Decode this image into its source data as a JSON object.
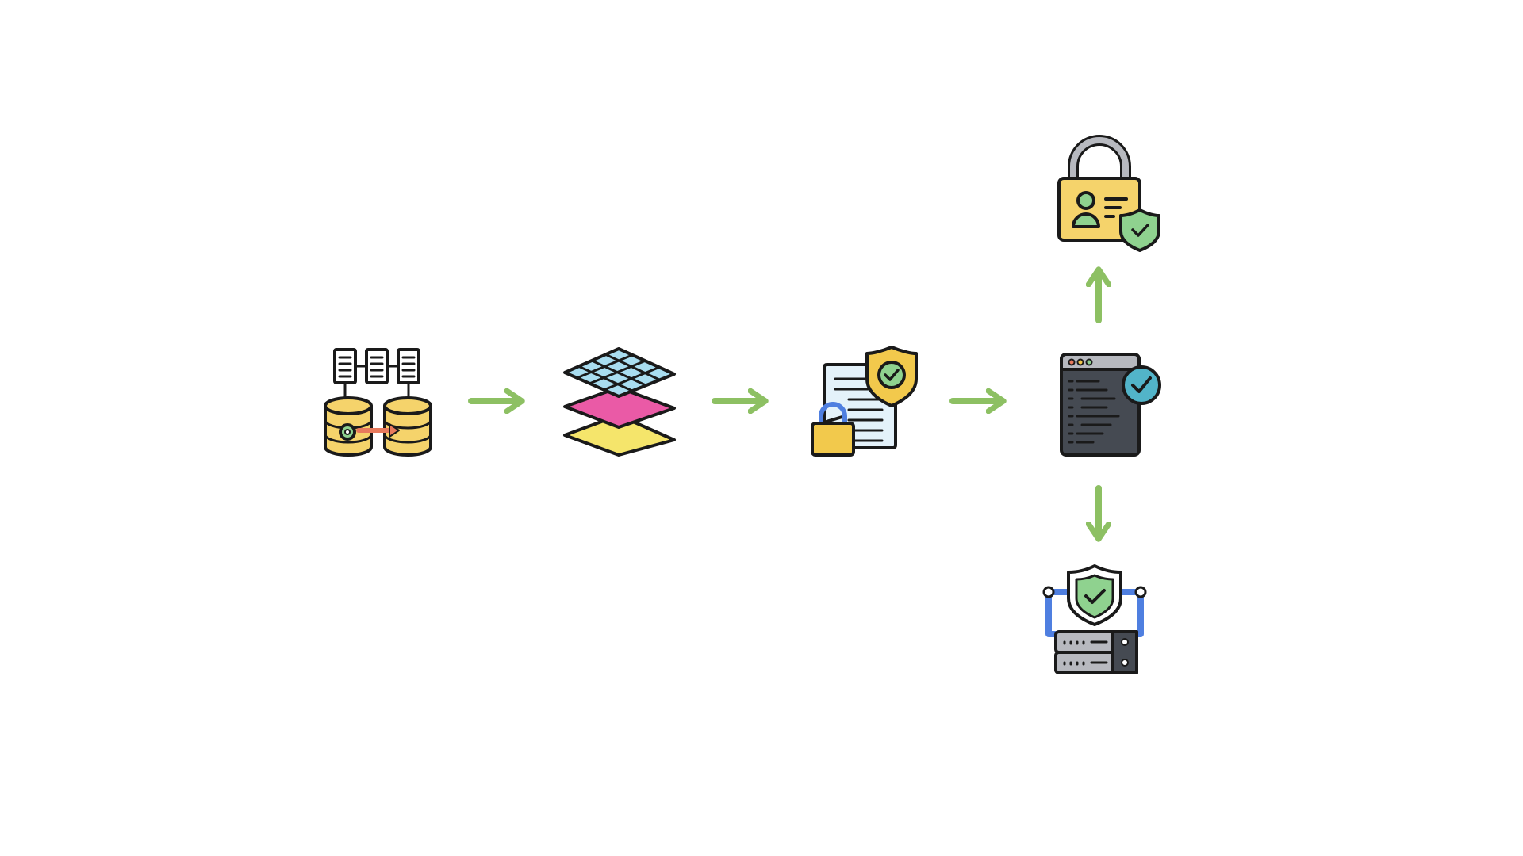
{
  "diagram": {
    "colors": {
      "arrow": "#8dc063",
      "outline": "#1a1a1a",
      "yellow": "#f5d36b",
      "gold": "#f2c94c",
      "pink": "#ea5aa6",
      "light_blue": "#a9ddf0",
      "teal": "#52b4c9",
      "green": "#8fd28f",
      "gray": "#b7b9bf",
      "dark_gray": "#454a52",
      "blue": "#4f7fe0",
      "orange": "#e87a5d"
    },
    "nodes": [
      {
        "id": "data-sources",
        "icon": "database-migration-icon"
      },
      {
        "id": "data-layers",
        "icon": "stacked-layers-icon"
      },
      {
        "id": "secure-document",
        "icon": "secure-document-icon"
      },
      {
        "id": "verified-app",
        "icon": "verified-code-window-icon"
      },
      {
        "id": "access-control",
        "icon": "id-card-lock-icon"
      },
      {
        "id": "secure-server",
        "icon": "secure-server-icon"
      }
    ],
    "edges": [
      {
        "from": "data-sources",
        "to": "data-layers",
        "direction": "right"
      },
      {
        "from": "data-layers",
        "to": "secure-document",
        "direction": "right"
      },
      {
        "from": "secure-document",
        "to": "verified-app",
        "direction": "right"
      },
      {
        "from": "verified-app",
        "to": "access-control",
        "direction": "up"
      },
      {
        "from": "verified-app",
        "to": "secure-server",
        "direction": "down"
      }
    ]
  }
}
